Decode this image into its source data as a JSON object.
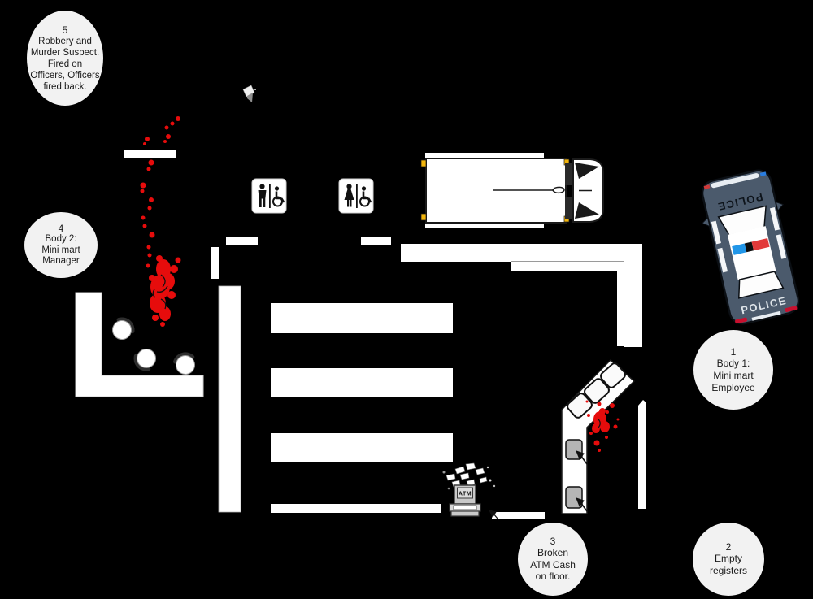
{
  "scene": {
    "type": "crime-scene-floor-plan",
    "background": "#000000"
  },
  "callouts": [
    {
      "id": "callout-5",
      "number": "5",
      "text": "Robbery and\nMurder Suspect.\nFired on\nOfficers, Officers\nfired back."
    },
    {
      "id": "callout-4",
      "number": "4",
      "text": "Body 2:\nMini mart\nManager"
    },
    {
      "id": "callout-1",
      "number": "1",
      "text": "Body 1:\nMini mart\nEmployee"
    },
    {
      "id": "callout-3",
      "number": "3",
      "text": "Broken\nATM Cash\non floor."
    },
    {
      "id": "callout-2",
      "number": "2",
      "text": "Empty\nregisters"
    }
  ],
  "labels": {
    "atm": "ATM",
    "police_hood": "POLICE",
    "police_trunk": "POLICE"
  },
  "colors": {
    "blood": "#e60c0c",
    "wall": "#ffffff",
    "circle_fill": "#f2f2f2",
    "circle_text": "#1a1a1a",
    "car_body": "#4b5a6c",
    "lightbar_blue": "#2196e8",
    "lightbar_red": "#e23a3a",
    "truck_marker": "#f2b50c",
    "drawer_gray": "#b5b5b5",
    "atm_gray": "#c9c9c9"
  },
  "blood": {
    "trail": [
      [
        219,
        146,
        3
      ],
      [
        212,
        152,
        2.5
      ],
      [
        205,
        157,
        2.5
      ],
      [
        207,
        168,
        3
      ],
      [
        203,
        174,
        2
      ],
      [
        181,
        171,
        3
      ],
      [
        178,
        177,
        2
      ],
      [
        186,
        200,
        3.5
      ],
      [
        183,
        208,
        2.5
      ],
      [
        176,
        228,
        3.5
      ],
      [
        175,
        235,
        2.5
      ],
      [
        186,
        246,
        3
      ],
      [
        184,
        256,
        2.5
      ],
      [
        176,
        268,
        2.5
      ],
      [
        178,
        278,
        2.5
      ],
      [
        187,
        289,
        3.5
      ],
      [
        183,
        304,
        2.5
      ],
      [
        184,
        314,
        2.5
      ]
    ],
    "register_drops": [
      [
        737,
        497,
        2.5
      ],
      [
        753,
        499,
        3
      ],
      [
        747,
        507,
        2
      ],
      [
        724,
        511,
        2
      ],
      [
        757,
        525,
        2.5
      ],
      [
        734,
        545,
        3.5
      ],
      [
        737,
        554,
        2
      ],
      [
        727,
        533,
        2
      ],
      [
        760,
        516,
        1.5
      ],
      [
        746,
        538,
        2
      ],
      [
        722,
        494,
        1.5
      ]
    ]
  }
}
